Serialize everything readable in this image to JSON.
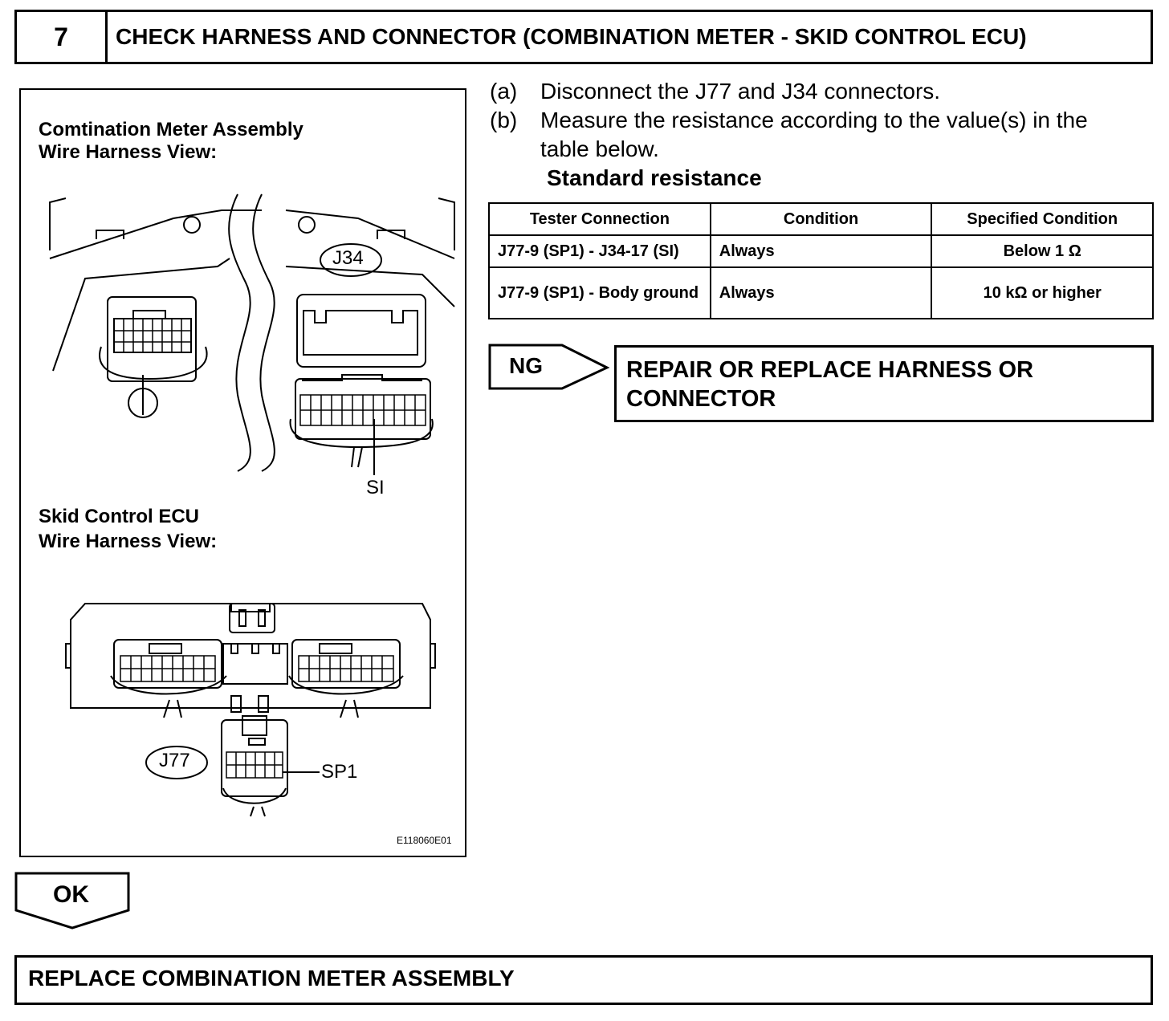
{
  "header": {
    "step_number": "7",
    "title": "CHECK HARNESS AND CONNECTOR (COMBINATION METER - SKID CONTROL ECU)"
  },
  "figure": {
    "meter_label_line1": "Comtination Meter Assembly",
    "meter_label_line2": "Wire Harness View:",
    "ecu_label_line1": "Skid Control ECU",
    "ecu_label_line2": "Wire Harness View:",
    "connector_j34": "J34",
    "connector_j77": "J77",
    "terminal_si": "SI",
    "terminal_sp1": "SP1",
    "figure_id": "E118060E01"
  },
  "instructions": [
    {
      "letter": "(a)",
      "text": "Disconnect the J77 and J34 connectors."
    },
    {
      "letter": "(b)",
      "text": "Measure the resistance according to the value(s) in the"
    },
    {
      "letter": "",
      "text": "table below."
    }
  ],
  "standard_heading": "Standard resistance",
  "table": {
    "headers": [
      "Tester Connection",
      "Condition",
      "Specified Condition"
    ],
    "rows": [
      {
        "connection": "J77-9 (SP1) - J34-17 (SI)",
        "condition": "Always",
        "specified": "Below 1 Ω"
      },
      {
        "connection": "J77-9 (SP1) - Body ground",
        "condition": "Always",
        "specified": "10 kΩ or higher"
      }
    ]
  },
  "ng": {
    "label": "NG",
    "action": "REPAIR OR REPLACE HARNESS OR CONNECTOR"
  },
  "ok": {
    "label": "OK"
  },
  "final_action": "REPLACE COMBINATION METER ASSEMBLY"
}
